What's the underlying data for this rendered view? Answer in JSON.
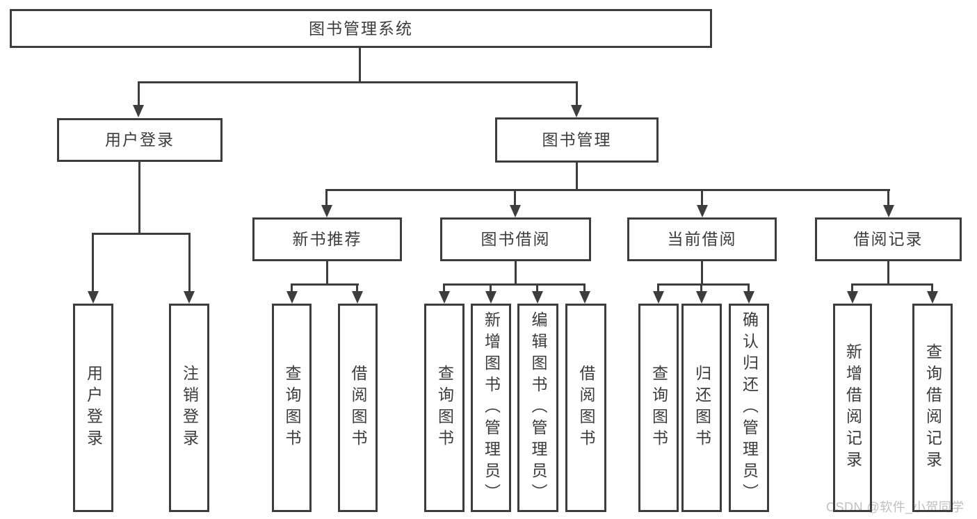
{
  "diagram": {
    "root": "图书管理系统",
    "level2": [
      {
        "label": "用户登录",
        "parent": "图书管理系统"
      },
      {
        "label": "图书管理",
        "parent": "图书管理系统"
      }
    ],
    "level3": [
      {
        "label": "新书推荐",
        "parent": "图书管理"
      },
      {
        "label": "图书借阅",
        "parent": "图书管理"
      },
      {
        "label": "当前借阅",
        "parent": "图书管理"
      },
      {
        "label": "借阅记录",
        "parent": "图书管理"
      }
    ],
    "leaves": [
      {
        "label": "用户登录",
        "parent": "用户登录"
      },
      {
        "label": "注销登录",
        "parent": "用户登录"
      },
      {
        "label": "查询图书",
        "parent": "新书推荐"
      },
      {
        "label": "借阅图书",
        "parent": "新书推荐"
      },
      {
        "label": "查询图书",
        "parent": "图书借阅"
      },
      {
        "label": "新增图书（管理员）",
        "parent": "图书借阅"
      },
      {
        "label": "编辑图书（管理员）",
        "parent": "图书借阅"
      },
      {
        "label": "借阅图书",
        "parent": "图书借阅"
      },
      {
        "label": "查询图书",
        "parent": "当前借阅"
      },
      {
        "label": "归还图书",
        "parent": "当前借阅"
      },
      {
        "label": "确认归还（管理员）",
        "parent": "当前借阅"
      },
      {
        "label": "新增借阅记录",
        "parent": "借阅记录"
      },
      {
        "label": "查询借阅记录",
        "parent": "借阅记录"
      }
    ]
  },
  "watermark": {
    "text": "CSDN @软件_小贺同学"
  },
  "colors": {
    "line": "#3d3d3d",
    "text": "#3c3c3c",
    "watermark": "#bfbfbf",
    "background": "#ffffff"
  }
}
